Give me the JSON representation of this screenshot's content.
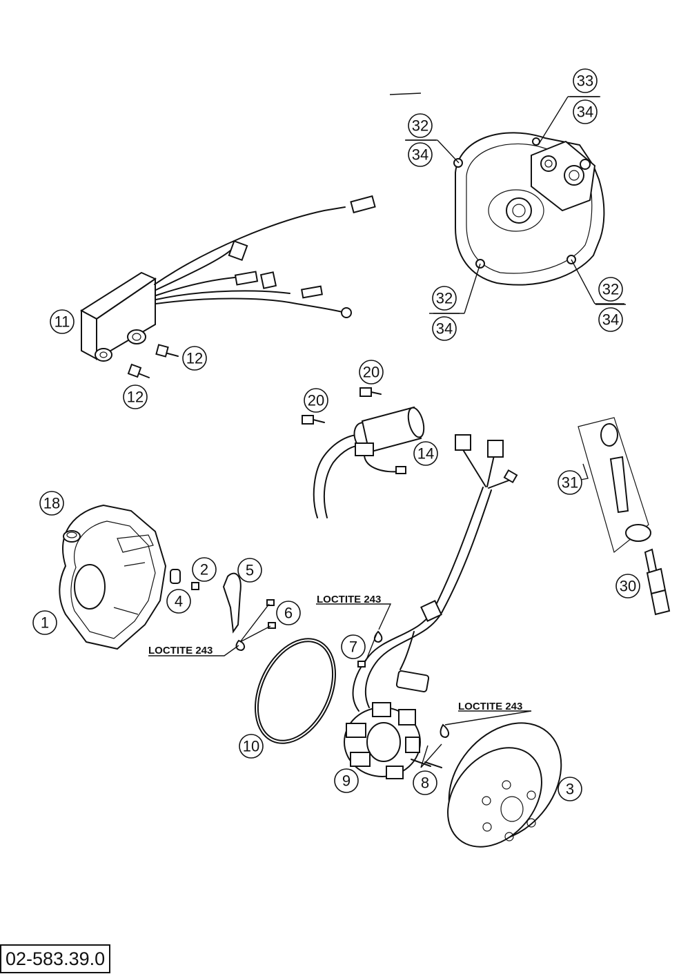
{
  "diagram_code": "02-583.39.0",
  "callouts": {
    "c1": "1",
    "c2": "2",
    "c3": "3",
    "c4": "4",
    "c5": "5",
    "c6": "6",
    "c7": "7",
    "c8": "8",
    "c9": "9",
    "c10": "10",
    "c11": "11",
    "c12a": "12",
    "c12b": "12",
    "c14": "14",
    "c18": "18",
    "c20a": "20",
    "c20b": "20",
    "c30": "30",
    "c31": "31",
    "c32a": "32",
    "c32b": "32",
    "c32c": "32",
    "c33": "33",
    "c34a": "34",
    "c34b": "34",
    "c34c": "34",
    "c34d": "34"
  },
  "annotations": {
    "loctite_a": "LOCTITE 243",
    "loctite_b": "LOCTITE 243",
    "loctite_c": "LOCTITE 243"
  }
}
